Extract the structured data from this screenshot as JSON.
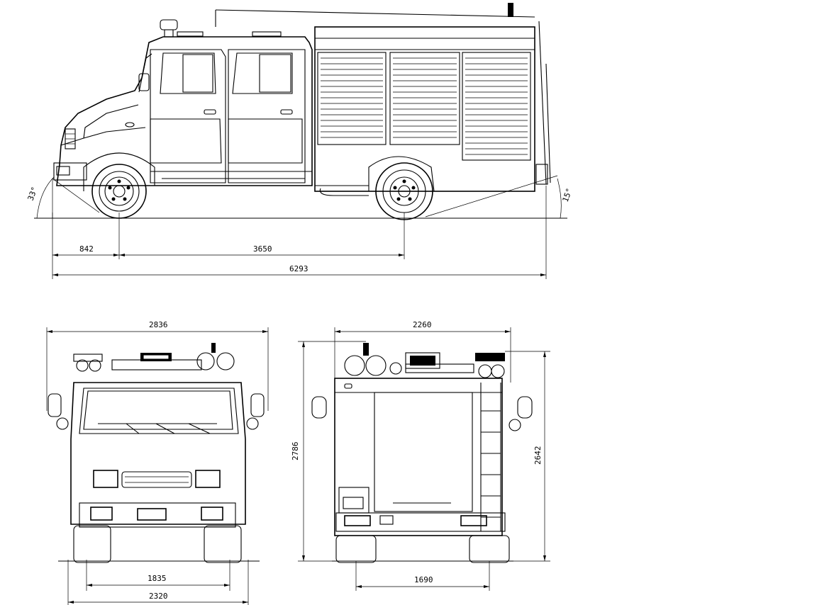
{
  "side_view": {
    "front_overhang": "842",
    "wheelbase": "3650",
    "overall_length": "6293",
    "approach_angle": "33°",
    "departure_angle": "15°"
  },
  "front_view": {
    "overall_width": "2836",
    "front_track": "1835",
    "body_width": "2320"
  },
  "rear_view": {
    "body_width": "2260",
    "overall_height": "2786",
    "body_height": "2642",
    "rear_track": "1690"
  },
  "colors": {
    "line": "#000000",
    "background": "#ffffff"
  }
}
